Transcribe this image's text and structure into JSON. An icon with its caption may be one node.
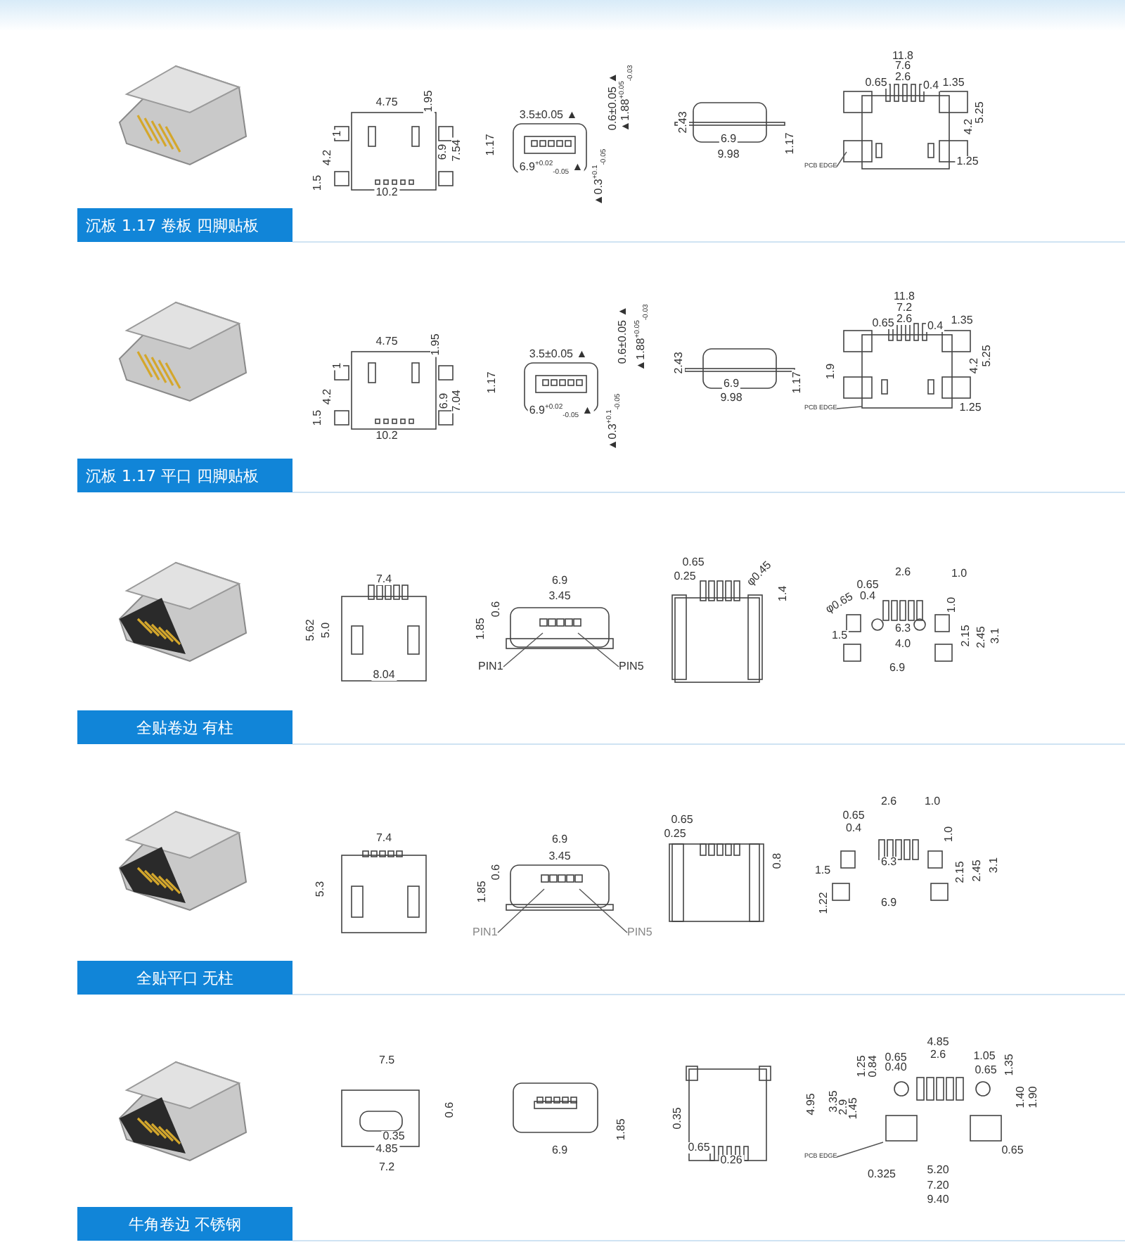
{
  "diagram": {
    "nodes": [
      {
        "text": [
          "PCB EDGE"
        ]
      },
      {
        "text": [
          "沉板 1.17 卷板 四脚贴板"
        ]
      },
      {
        "text": [
          "PCB EDGE"
        ]
      },
      {
        "text": [
          "沉板 1.17 平口 四脚贴板"
        ]
      },
      {
        "text": [
          "PIN1"
        ]
      },
      {
        "text": [
          "PIN5"
        ]
      },
      {
        "text": [
          "全贴卷边 有柱"
        ]
      },
      {
        "text": [
          "PIN1"
        ]
      },
      {
        "text": [
          "PIN5"
        ]
      },
      {
        "text": [
          "全贴平口 无柱"
        ]
      },
      {
        "text": [
          "PCB EDGE"
        ]
      },
      {
        "text": [
          "牛角卷边 不锈钢"
        ]
      }
    ],
    "edges": [
      {
        "from": 0,
        "to": null,
        "arrow": "none"
      },
      {
        "from": 2,
        "to": null,
        "arrow": "none"
      },
      {
        "from": 4,
        "to": null,
        "arrow": "none"
      },
      {
        "from": 5,
        "to": null,
        "arrow": "none"
      },
      {
        "from": 7,
        "to": null,
        "arrow": "none"
      },
      {
        "from": 8,
        "to": null,
        "arrow": "none"
      },
      {
        "from": 10,
        "to": null,
        "arrow": "none"
      }
    ],
    "labels": [
      "4.75",
      "1.95",
      "1",
      "4.2",
      "6.9",
      "7.54",
      "1.5",
      "10.2",
      "3.5±0.05 ▲",
      "0.6±0.05 ▲",
      "▲1.88$^{+0.05}$$_{-0.03}$",
      "1.17",
      "6.9$^{+0.02}$$_{-0.05}$ ▲",
      "▲0.3$^{+0.1}$$_{-0.05}$",
      "2.43",
      "6.9",
      "9.98",
      "1.17",
      "11.8",
      "7.6",
      "0.65",
      "2.6",
      "0.4",
      "1.35",
      "5.25",
      "4.2",
      "1.25",
      "4.75",
      "1.95",
      "1",
      "4.2",
      "6.9",
      "7.04",
      "1.5",
      "10.2",
      "3.5±0.05 ▲",
      "0.6±0.05 ▲",
      "▲1.88$^{+0.05}$$_{-0.03}$",
      "1.17",
      "6.9$^{+0.02}$$_{-0.05}$ ▲",
      "▲0.3$^{+0.1}$$_{-0.05}$",
      "2.43",
      "6.9",
      "9.98",
      "1.17",
      "11.8",
      "7.2",
      "0.65",
      "2.6",
      "0.4",
      "1.35",
      "5.25",
      "1.9",
      "4.2",
      "1.25",
      "7.4",
      "5.62",
      "5.0",
      "8.04",
      "6.9",
      "3.45",
      "0.6",
      "1.85",
      "0.65",
      "0.25",
      "φ0.45",
      "1.4",
      "2.6",
      "1.0",
      "0.65",
      "0.4",
      "φ0.65",
      "1.0",
      "6.3",
      "1.5",
      "4.0",
      "2.15",
      "2.45",
      "3.1",
      "6.9",
      "7.4",
      "5.3",
      "6.9",
      "3.45",
      "0.6",
      "1.85",
      "0.65",
      "0.25",
      "0.8",
      "2.6",
      "1.0",
      "0.65",
      "0.4",
      "1.0",
      "6.3",
      "1.5",
      "2.15",
      "2.45",
      "3.1",
      "1.22",
      "6.9",
      "7.5",
      "0.6",
      "0.35",
      "4.85",
      "7.2",
      "6.9",
      "1.85",
      "0.35",
      "4.95",
      "0.65",
      "0.26",
      "4.85",
      "0.65",
      "0.40",
      "1.25",
      "0.84",
      "2.6",
      "1.05",
      "0.65",
      "1.35",
      "3.35",
      "2.9",
      "1.45",
      "1.40",
      "1.90",
      "0.65",
      "5.20",
      "0.325",
      "7.20",
      "9.40"
    ]
  }
}
